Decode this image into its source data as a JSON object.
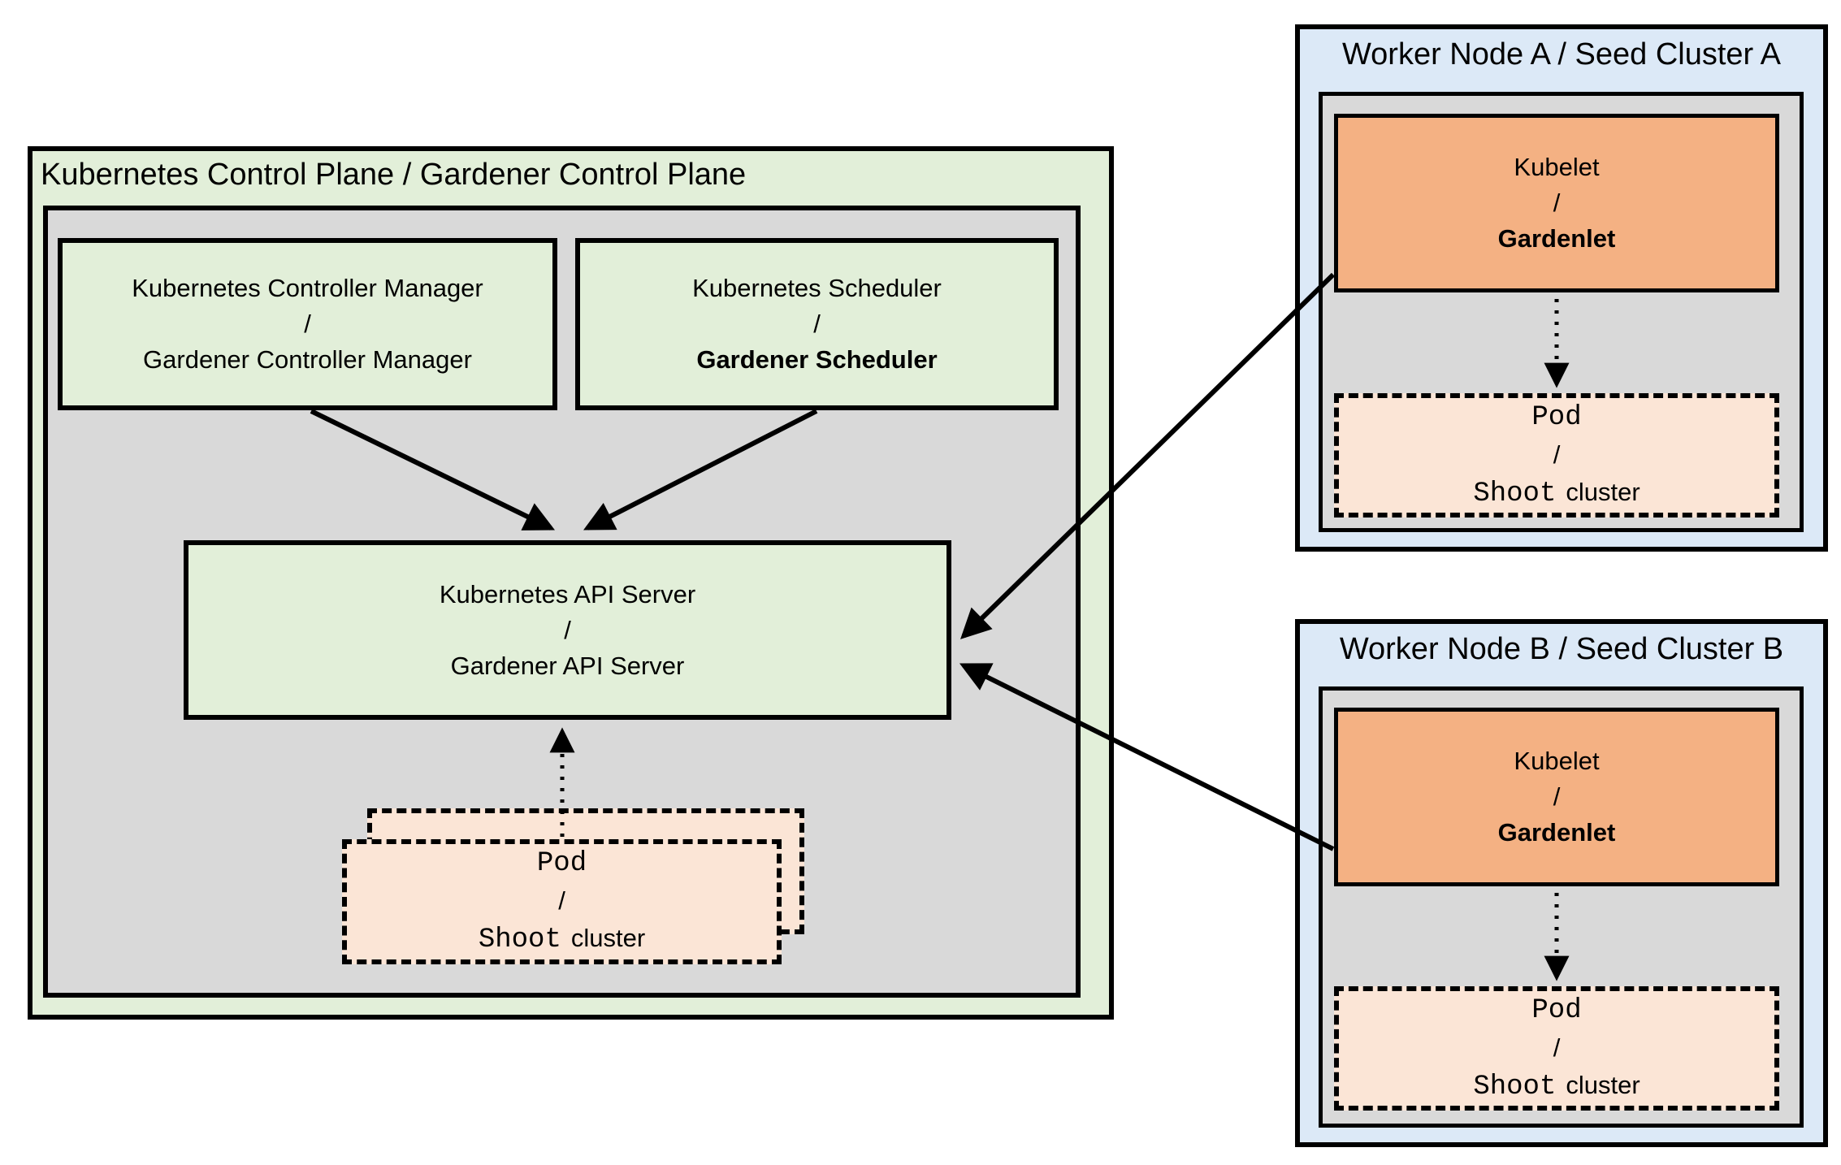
{
  "colors": {
    "page_background": "#ffffff",
    "green_fill": "#e2efd9",
    "gray_fill": "#d9d9d9",
    "blue_fill": "#dce9f7",
    "orange_fill": "#f4b183",
    "peach_fill": "#fbe5d6",
    "line_color": "#000000"
  },
  "control_plane": {
    "title": "Kubernetes Control Plane / Gardener Control Plane",
    "controller_manager": {
      "top": "Kubernetes Controller Manager",
      "sep": "/",
      "bottom": "Gardener Controller Manager"
    },
    "scheduler": {
      "top": "Kubernetes Scheduler",
      "sep": "/",
      "bottom": "Gardener Scheduler"
    },
    "api_server": {
      "top": "Kubernetes API Server",
      "sep": "/",
      "bottom": "Gardener API Server"
    },
    "pod_stack": {
      "top": "Pod",
      "sep": "/",
      "bottom_code": "Shoot",
      "bottom_text": "cluster"
    }
  },
  "worker_a": {
    "title": "Worker Node A / Seed Cluster A",
    "kubelet": {
      "top": "Kubelet",
      "sep": "/",
      "bottom": "Gardenlet"
    },
    "pod": {
      "top": "Pod",
      "sep": "/",
      "bottom_code": "Shoot",
      "bottom_text": "cluster"
    }
  },
  "worker_b": {
    "title": "Worker Node B / Seed Cluster B",
    "kubelet": {
      "top": "Kubelet",
      "sep": "/",
      "bottom": "Gardenlet"
    },
    "pod": {
      "top": "Pod",
      "sep": "/",
      "bottom_code": "Shoot",
      "bottom_text": "cluster"
    }
  }
}
